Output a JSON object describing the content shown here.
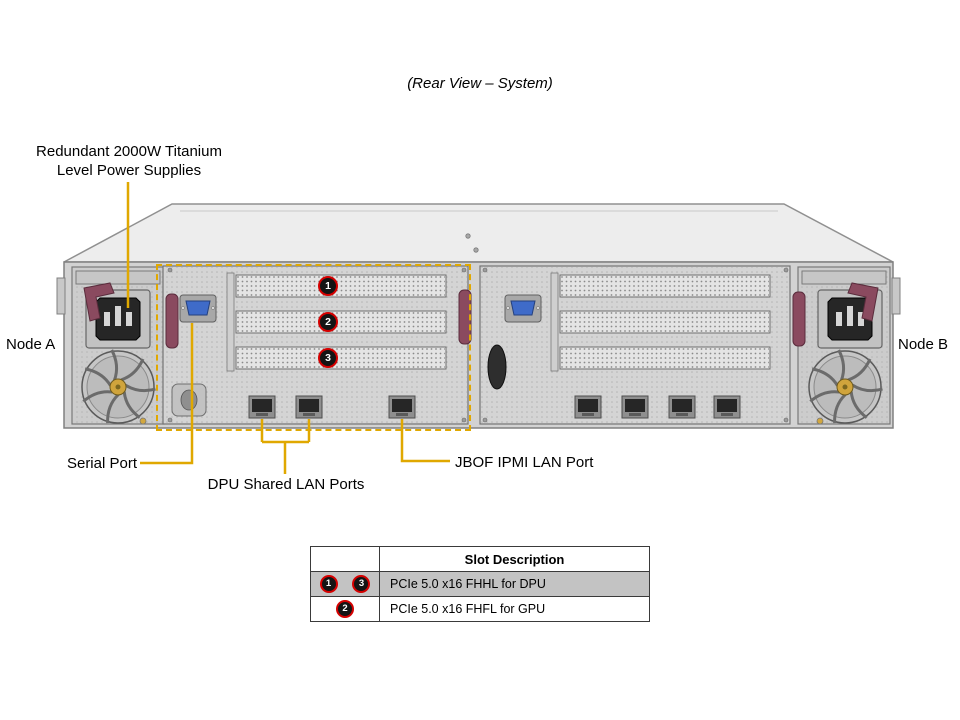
{
  "title": "(Rear View – System)",
  "labels": {
    "psu_line1": "Redundant 2000W Titanium",
    "psu_line2": "Level Power Supplies",
    "node_a": "Node A",
    "node_b": "Node B",
    "serial_port": "Serial Port",
    "dpu_lan": "DPU Shared LAN Ports",
    "jbof_ipmi": "JBOF IPMI LAN Port"
  },
  "slot_callouts": [
    "1",
    "2",
    "3"
  ],
  "table": {
    "header": "Slot Description",
    "rows": [
      {
        "badges": [
          "1",
          "3"
        ],
        "description": "PCIe 5.0 x16 FHHL for DPU"
      },
      {
        "badges": [
          "2"
        ],
        "description": "PCIe 5.0 x16 FHFL for GPU"
      }
    ]
  },
  "colors": {
    "callout_yellow": "#e0a800",
    "badge_ring_red": "#d40000",
    "badge_fill": "#141414",
    "table_row_gray": "#c3c3c3",
    "vga_blue": "#3f6bc9",
    "latch_maroon": "#8a4a5f"
  }
}
